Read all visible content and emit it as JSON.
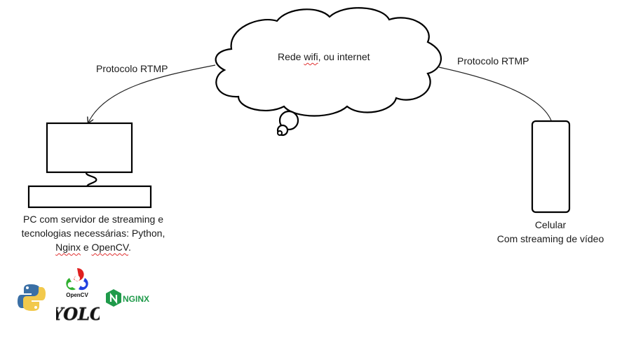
{
  "cloud": {
    "label_pre": "Rede ",
    "label_squiggle": "wifi",
    "label_post": ", ou internet"
  },
  "protocol_left": "Protocolo RTMP",
  "protocol_right": "Protocolo RTMP",
  "pc": {
    "line1": "PC com servidor de streaming e",
    "line2": "tecnologias necessárias: Python,",
    "line3_a": "Nginx",
    "line3_b": " e ",
    "line3_c": "OpenCV",
    "line3_d": "."
  },
  "phone": {
    "line1": "Celular",
    "line2": "Com streaming de vídeo"
  },
  "logos": {
    "opencv_text": "OpenCV",
    "nginx_text": "NGINX",
    "yolo_text": "YOLO",
    "colors": {
      "python_blue": "#3a6fa5",
      "python_yellow": "#f2c94c",
      "opencv_red": "#e02020",
      "opencv_green": "#30b030",
      "opencv_blue": "#2040e0",
      "nginx_green": "#1f9a4a"
    }
  }
}
